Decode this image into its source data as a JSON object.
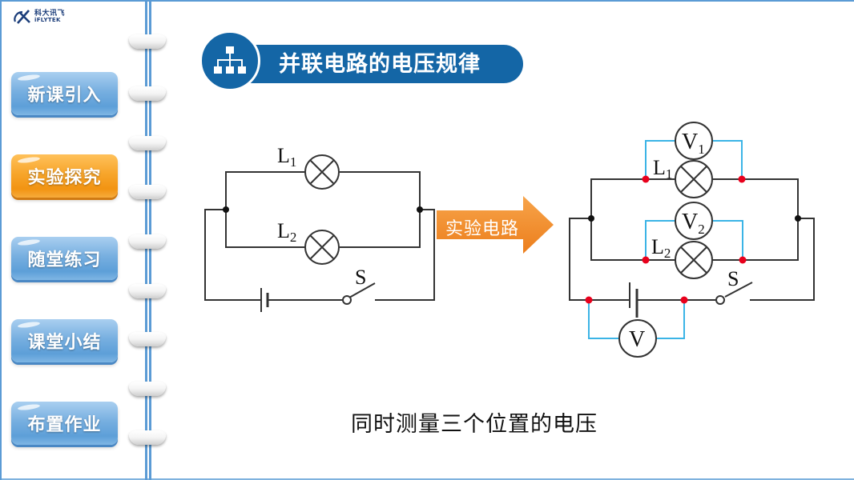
{
  "brand": {
    "logo_cn": "科大讯飞",
    "logo_en": "iFLYTEK",
    "icon": "iflytek-logo-icon"
  },
  "sidebar": {
    "items": [
      {
        "label": "新课引入",
        "active": false
      },
      {
        "label": "实验探究",
        "active": true
      },
      {
        "label": "随堂练习",
        "active": false
      },
      {
        "label": "课堂小结",
        "active": false
      },
      {
        "label": "布置作业",
        "active": false
      }
    ],
    "binder_ring_count": 9
  },
  "header": {
    "icon": "hierarchy-diagram-icon",
    "title": "并联电路的电压规律",
    "color": "#1466a6"
  },
  "arrow": {
    "label": "实验电路",
    "color": "#f08a24"
  },
  "circuit_left": {
    "lamp1_label": "L",
    "lamp1_sub": "1",
    "lamp2_label": "L",
    "lamp2_sub": "2",
    "switch_label": "S"
  },
  "circuit_right": {
    "voltmeter1_label": "V",
    "voltmeter1_sub": "1",
    "voltmeter2_label": "V",
    "voltmeter2_sub": "2",
    "voltmeter_total_label": "V",
    "lamp1_label": "L",
    "lamp1_sub": "1",
    "lamp2_label": "L",
    "lamp2_sub": "2",
    "switch_label": "S",
    "probe_color": "#e8001c",
    "meter_wire_color": "#3bb4e6"
  },
  "caption": "同时测量三个位置的电压",
  "colors": {
    "frame": "#5b9bd5",
    "nav_blue": "#6aa8dc",
    "nav_active": "#f59c1e"
  }
}
